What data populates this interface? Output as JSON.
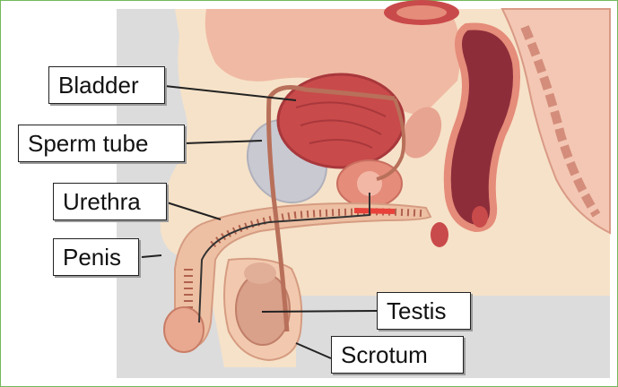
{
  "labels": {
    "bladder": "Bladder",
    "sperm_tube": "Sperm tube",
    "urethra": "Urethra",
    "penis": "Penis",
    "testis": "Testis",
    "scrotum": "Scrotum"
  },
  "colors": {
    "frame_border": "#72b95a",
    "background_panel": "#dcdcdc",
    "skin": "#f6e2c8",
    "tissue_pink": "#f0b9a3",
    "organ_red": "#c94a4a",
    "rectum_dark": "#8e2d3a",
    "leader_line": "#222222"
  }
}
